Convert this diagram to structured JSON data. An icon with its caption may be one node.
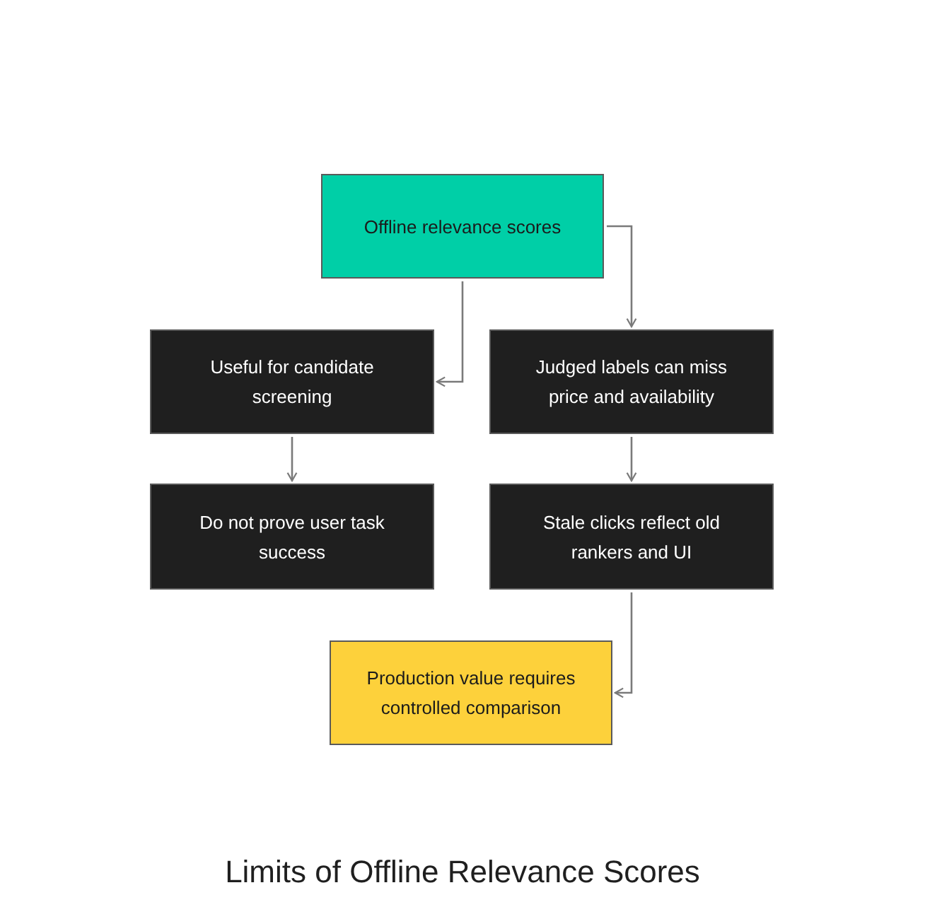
{
  "diagram": {
    "title": "Limits of Offline Relevance Scores",
    "nodes": [
      {
        "text": [
          "Offline relevance scores"
        ]
      },
      {
        "text": [
          "Useful for candidate screening"
        ]
      },
      {
        "text": [
          "Judged labels can miss price and availability"
        ]
      },
      {
        "text": [
          "Do not prove user task success"
        ]
      },
      {
        "text": [
          "Stale clicks reflect old rankers and UI"
        ]
      },
      {
        "text": [
          "Production value requires controlled comparison"
        ]
      }
    ],
    "edges": [
      {
        "from": 0,
        "to": 1,
        "arrow": "to"
      },
      {
        "from": 0,
        "to": 2,
        "arrow": "to"
      },
      {
        "from": 1,
        "to": 3,
        "arrow": "to"
      },
      {
        "from": 2,
        "to": 4,
        "arrow": "to"
      },
      {
        "from": 4,
        "to": 5,
        "arrow": "to"
      }
    ]
  }
}
